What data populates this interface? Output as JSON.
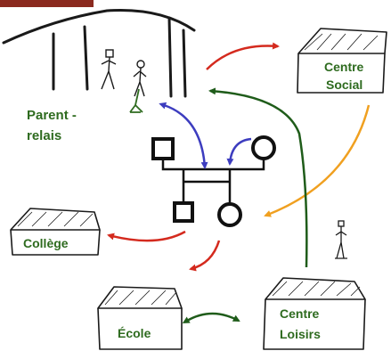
{
  "labels": {
    "parent_relais_line1": "Parent -",
    "parent_relais_line2": "relais",
    "centre_social_line1": "Centre",
    "centre_social_line2": "Social",
    "college": "Collège",
    "ecole": "École",
    "centre_loisirs_line1": "Centre",
    "centre_loisirs_line2": "Loisirs"
  },
  "colors": {
    "ink": "#1a1a1a",
    "label_green": "#2e6b1f",
    "arrow_red": "#d42a1e",
    "arrow_blue": "#3d3dbf",
    "arrow_orange": "#f0a020",
    "arrow_green": "#1f5c1a",
    "corner_brown": "#8b2a1f"
  }
}
